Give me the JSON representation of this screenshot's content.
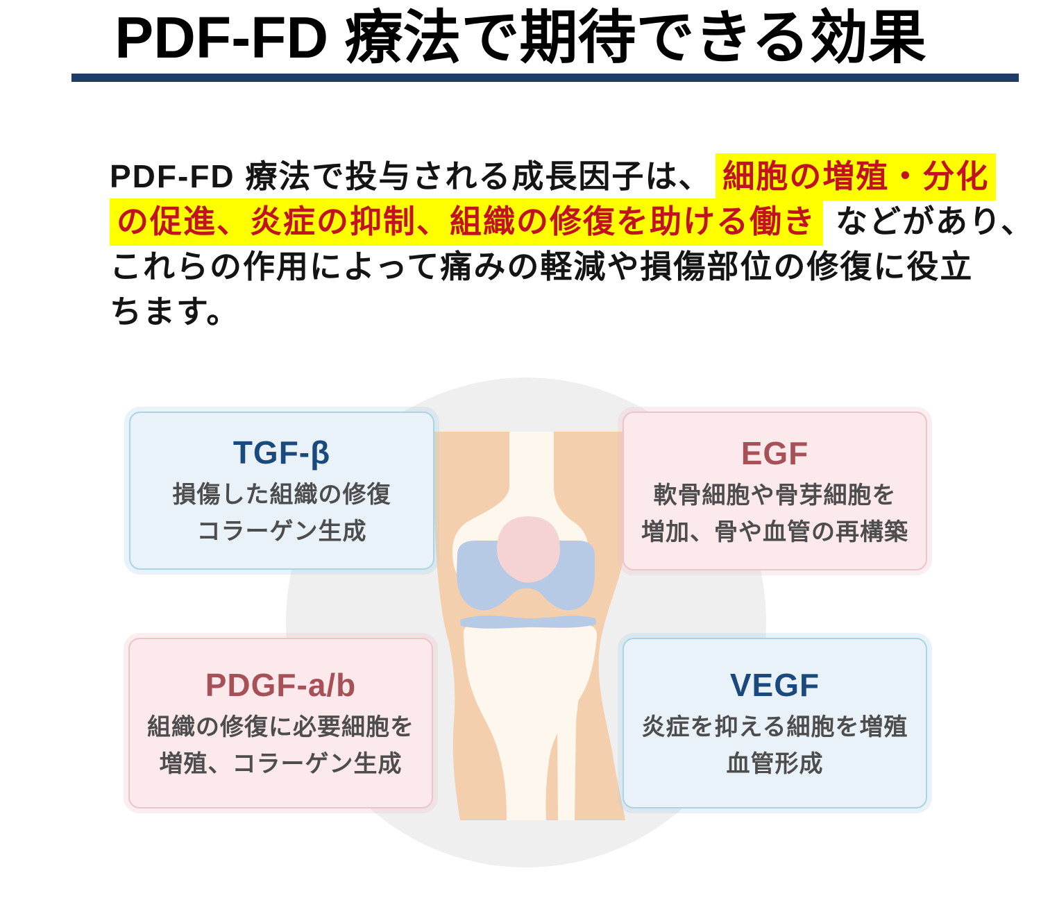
{
  "page": {
    "title": "PDF-FD 療法で期待できる効果"
  },
  "intro": {
    "line1_black": "PDF-FD 療法で投与される成長因子は、",
    "line1_highlight": "細胞の増殖・分化",
    "line2_highlight": "の促進、炎症の抑制、組織の修復を助ける働き",
    "line2_black": "などがあり、",
    "line3": "これらの作用によって痛みの軽減や損傷部位の修復に役立",
    "line4": "ちます。"
  },
  "factors": [
    {
      "id": "tgf-beta",
      "name": "TGF-β",
      "theme": "blue",
      "line1": "損傷した組織の修復",
      "line2": "コラーゲン生成"
    },
    {
      "id": "egf",
      "name": "EGF",
      "theme": "pink",
      "line1": "軟骨細胞や骨芽細胞を",
      "line2": "増加、骨や血管の再構築"
    },
    {
      "id": "pdgf-ab",
      "name": "PDGF-a/b",
      "theme": "pink",
      "line1": "組織の修復に必要細胞を",
      "line2": "増殖、コラーゲン生成"
    },
    {
      "id": "vegf",
      "name": "VEGF",
      "theme": "blue",
      "line1": "炎症を抑える細胞を増殖",
      "line2": "血管形成"
    }
  ],
  "colors": {
    "title_underline": "#1e3c64",
    "highlight_background": "#ffff00",
    "highlight_text": "#c1121f",
    "blue_factor_title": "#1a4a7c",
    "pink_factor_title": "#a65057",
    "blue_box_background": "#e9f2f9",
    "blue_box_border": "#a9d4e5",
    "pink_box_background": "#fce9ec",
    "pink_box_border": "#eec3ca"
  },
  "illustration": {
    "name": "knee-joint-illustration",
    "background_circle": "#efefef",
    "skin": "#f4cfae",
    "bone": "#fdf7ee",
    "cartilage": "#b6c9e5",
    "patella": "#f5d3d3"
  }
}
